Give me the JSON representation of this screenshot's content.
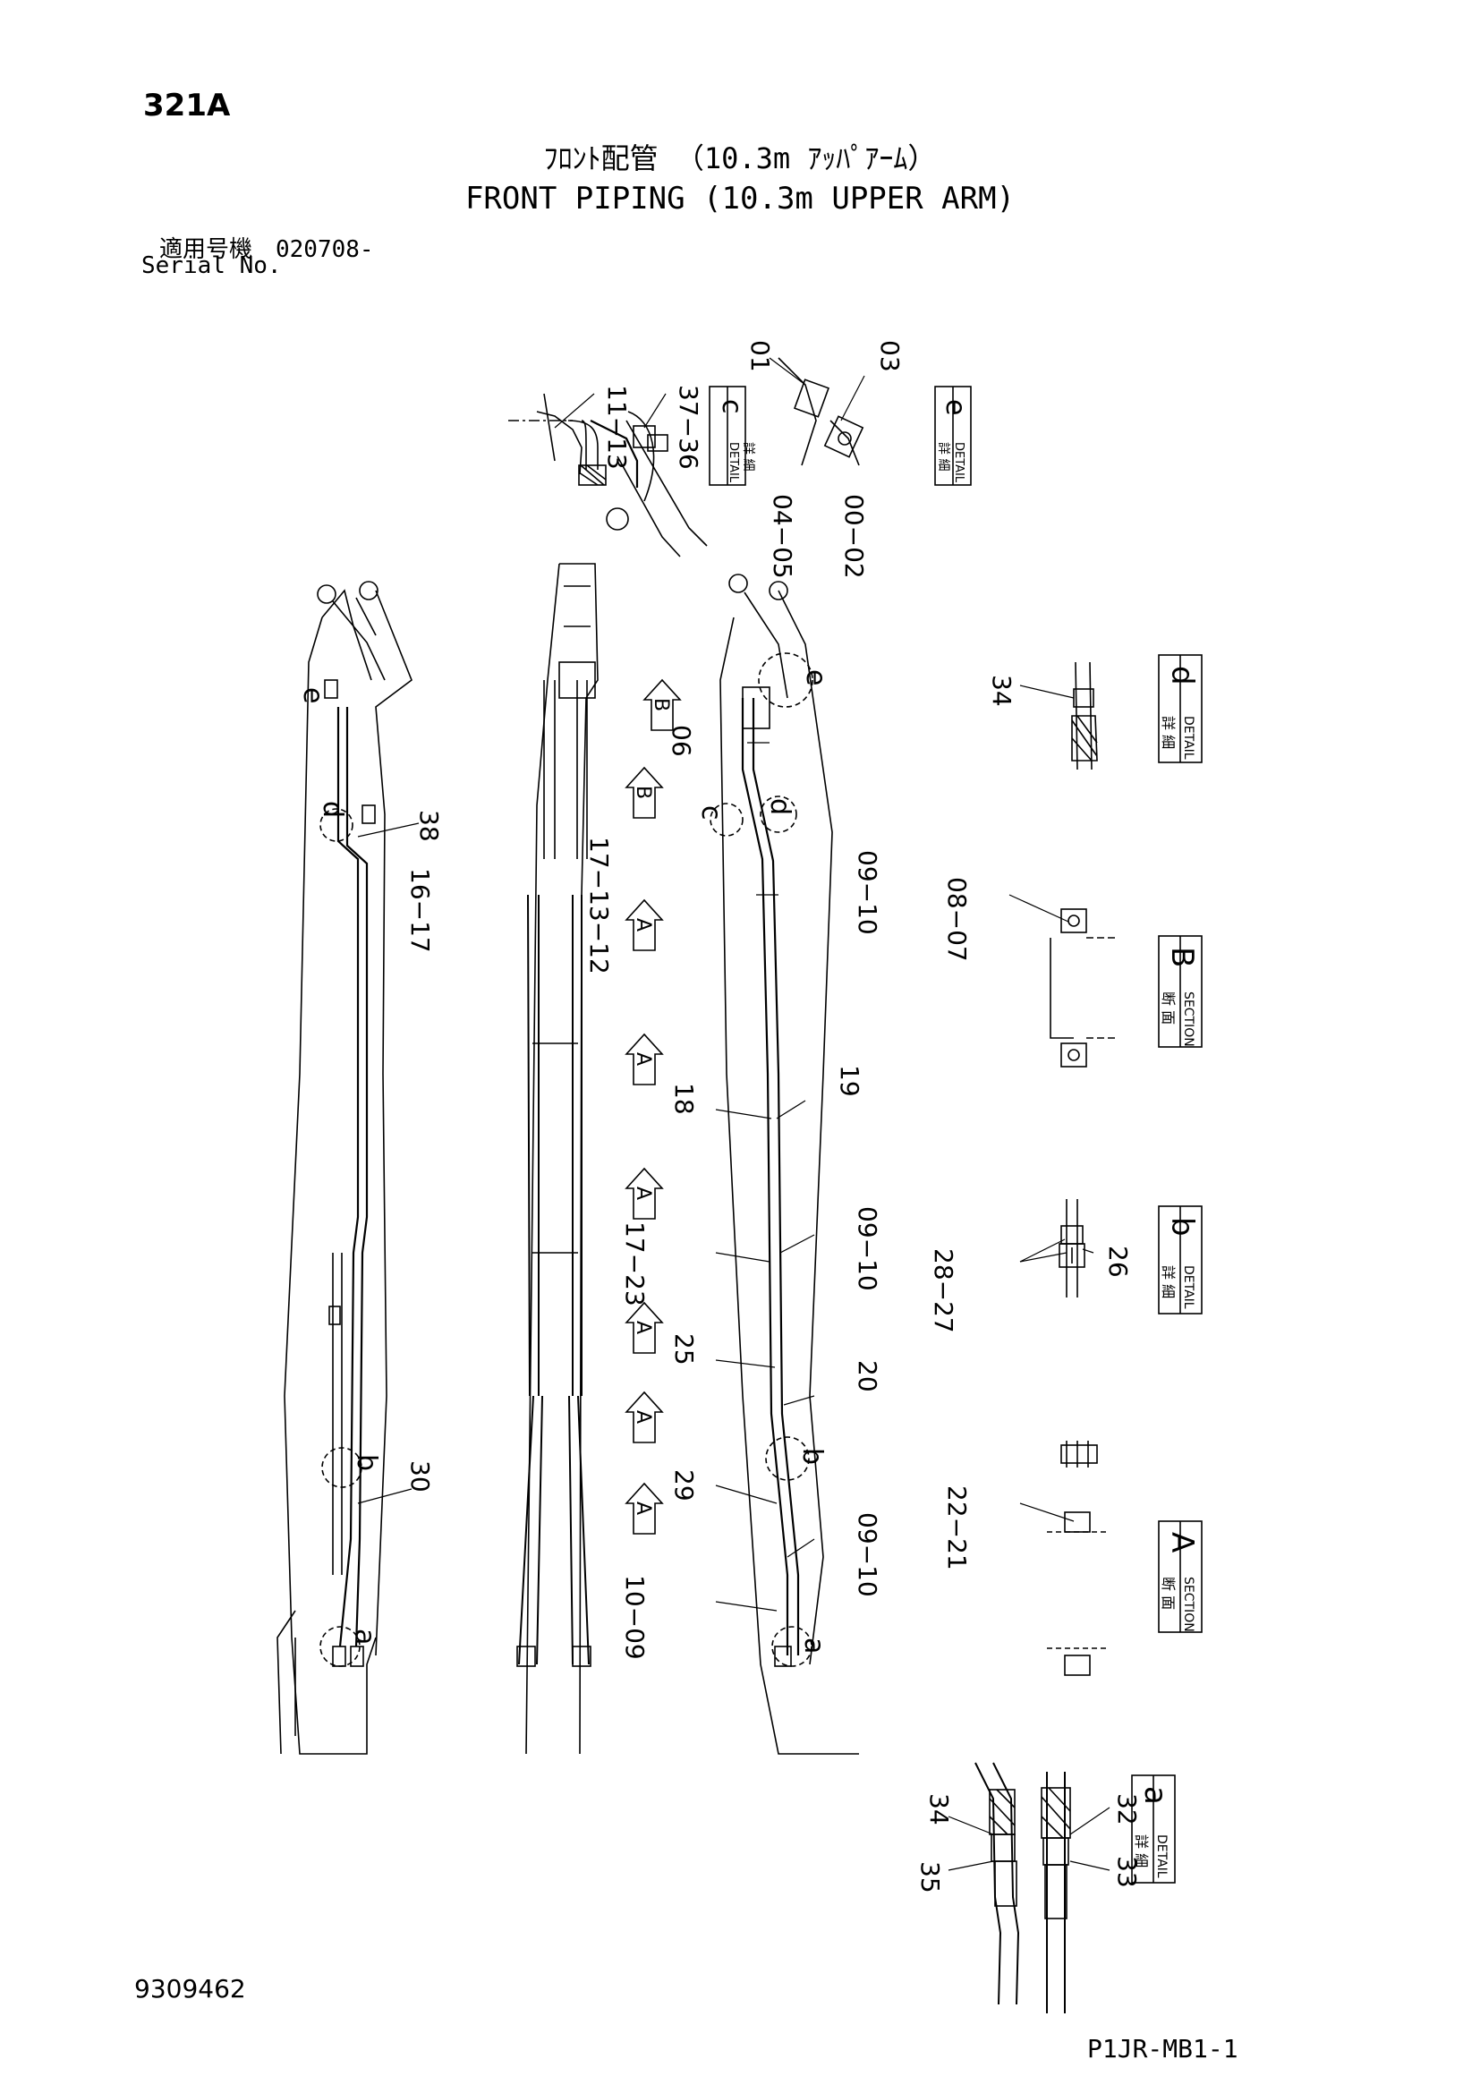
{
  "header": {
    "model_code": "321A",
    "title_jp": "ﾌﾛﾝﾄ配管 （10.3m ｱｯﾊﾟｱｰﾑ）",
    "title_en": "FRONT PIPING (10.3m UPPER ARM)",
    "serial_jp": "適用号機　020708-",
    "serial_en": "Serial No."
  },
  "footer": {
    "drawing_number": "9309462",
    "page_code": "P1JR-MB1-1"
  },
  "callouts": {
    "c11_13": "11−13",
    "c37_36": "37−36",
    "c01": "01",
    "c03": "03",
    "c04_05": "04−05",
    "c00_02": "00−02",
    "c34a": "34",
    "c06": "06",
    "c38": "38",
    "c16_17": "16−17",
    "c17_13_12": "17−13−12",
    "c09_10a": "09−10",
    "c08_07": "08−07",
    "c18": "18",
    "c19": "19",
    "c17_23": "17−23",
    "c09_10b": "09−10",
    "c28_27": "28−27",
    "c26": "26",
    "c25": "25",
    "c20": "20",
    "c30": "30",
    "c29": "29",
    "c22_21": "22−21",
    "c09_10c": "09−10",
    "c10_09": "10−09",
    "c34b": "34",
    "c35": "35",
    "c32": "32",
    "c33": "33"
  },
  "markers": {
    "a": "a",
    "b": "b",
    "c": "c",
    "d": "d",
    "e": "e",
    "A": "A",
    "B": "B"
  },
  "boxes": {
    "detail_jp": "詳 細",
    "detail_en": "DETAIL",
    "section_jp": "断 面",
    "section_en": "SECTION"
  }
}
